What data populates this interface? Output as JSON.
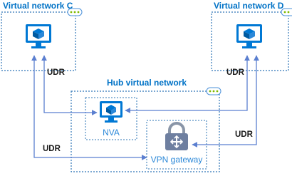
{
  "virtual_networks": {
    "c": {
      "label": "Virtual network C"
    },
    "d": {
      "label": "Virtual network D"
    },
    "hub": {
      "label": "Hub virtual network"
    }
  },
  "nodes": {
    "nva": {
      "label": "NVA",
      "icon": "virtual-machine-icon"
    },
    "vpn_gateway": {
      "label": "VPN gateway",
      "icon": "vpn-gateway-icon"
    },
    "vm_c": {
      "icon": "virtual-machine-icon"
    },
    "vm_d": {
      "icon": "virtual-machine-icon"
    }
  },
  "routes": {
    "c_to_nva": "UDR",
    "c_to_gateway": "UDR",
    "d_to_nva": "UDR",
    "d_to_gateway": "UDR"
  },
  "colors": {
    "border": "#2e75b6",
    "arrow": "#5b7fd0",
    "monitor": "#0078d4",
    "vnet_title": "#0072c6",
    "vnet_badge_border": "#4a90d9",
    "vnet_badge_dots": "#7fba00",
    "gateway_body": "#6e7fa0"
  }
}
